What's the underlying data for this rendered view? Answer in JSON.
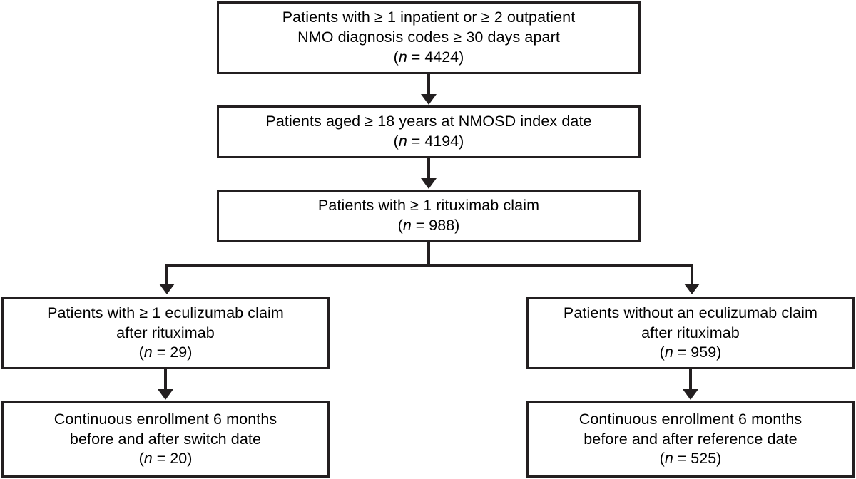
{
  "figure": {
    "type": "flowchart",
    "orientation": "top-down",
    "line_color": "#231f20",
    "box_fill": "#ffffff",
    "nodes": [
      {
        "id": "node-1",
        "lines": [
          "Patients with ≥ 1 inpatient or ≥ 2 outpatient",
          "NMO diagnosis codes ≥ 30 days apart"
        ],
        "count_prefix": "(",
        "count_var": "n",
        "count_eq": " = ",
        "count_value": "4424",
        "count_suffix": ")"
      },
      {
        "id": "node-2",
        "lines": [
          "Patients aged ≥ 18 years at NMOSD index date"
        ],
        "count_prefix": "(",
        "count_var": "n",
        "count_eq": " = ",
        "count_value": "4194",
        "count_suffix": ")"
      },
      {
        "id": "node-3",
        "lines": [
          "Patients with ≥ 1 rituximab claim"
        ],
        "count_prefix": "(",
        "count_var": "n",
        "count_eq": " = ",
        "count_value": "988",
        "count_suffix": ")"
      },
      {
        "id": "node-4-left",
        "lines": [
          "Patients with ≥ 1 eculizumab claim",
          "after rituximab"
        ],
        "count_prefix": "(",
        "count_var": "n",
        "count_eq": " = ",
        "count_value": "29",
        "count_suffix": ")"
      },
      {
        "id": "node-4-right",
        "lines": [
          "Patients without an eculizumab claim",
          "after rituximab"
        ],
        "count_prefix": "(",
        "count_var": "n",
        "count_eq": " = ",
        "count_value": "959",
        "count_suffix": ")"
      },
      {
        "id": "node-5-left",
        "lines": [
          "Continuous enrollment 6 months",
          "before and after switch date"
        ],
        "count_prefix": "(",
        "count_var": "n",
        "count_eq": " = ",
        "count_value": "20",
        "count_suffix": ")"
      },
      {
        "id": "node-5-right",
        "lines": [
          "Continuous enrollment 6 months",
          "before and after reference date"
        ],
        "count_prefix": "(",
        "count_var": "n",
        "count_eq": " = ",
        "count_value": "525",
        "count_suffix": ")"
      }
    ]
  }
}
